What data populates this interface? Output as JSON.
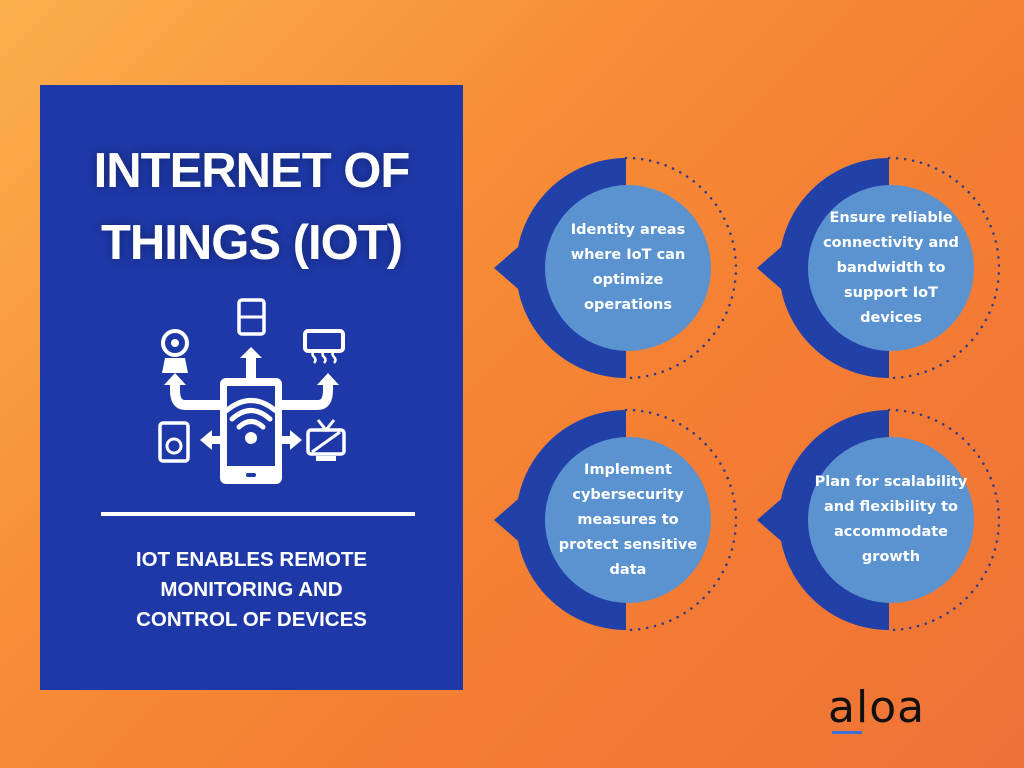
{
  "panel": {
    "title_lines": [
      "INTERNET OF",
      "THINGS (IOT)"
    ],
    "icon": "iot-devices-hub-icon",
    "subtitle_lines": [
      "IOT ENABLES REMOTE",
      "MONITORING AND",
      "CONTROL OF DEVICES"
    ]
  },
  "steps": [
    {
      "text": "Identity areas where IoT can optimize operations"
    },
    {
      "text": "Ensure reliable connectivity and bandwidth to support IoT devices"
    },
    {
      "text": "Implement cybersecurity measures to protect sensitive data"
    },
    {
      "text": "Plan for scalability and flexibility to accommodate growth"
    }
  ],
  "brand": {
    "logo": "aloa"
  },
  "colors": {
    "panel": "#1e38a8",
    "circle_inner": "#5b93d0",
    "circle_outer": "#2140a8",
    "accent": "#3d6fd6"
  }
}
